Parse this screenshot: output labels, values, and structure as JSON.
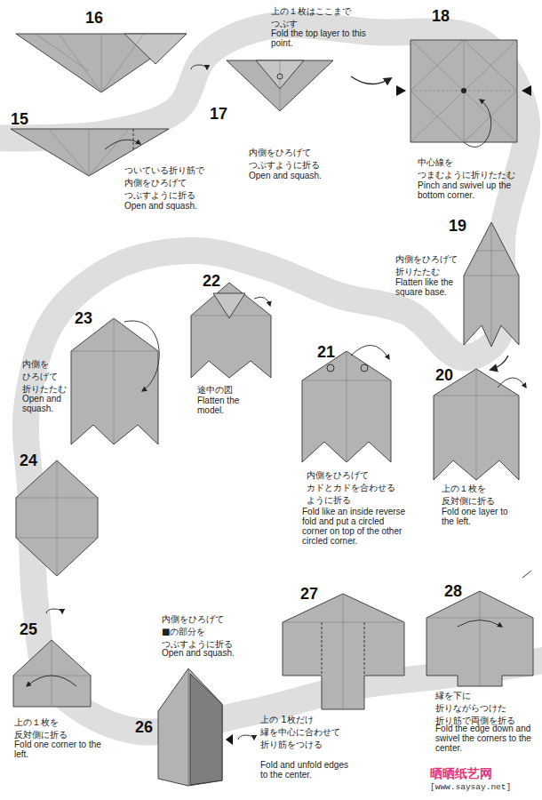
{
  "diagram": {
    "labels": [
      "16",
      "17",
      "上の１枚はここまで つぶす",
      "Fold the top layer to this point.",
      "18",
      "15",
      "ついている折り筋で 内側をひろげて つぶすように折る",
      "Open and squash.",
      "内側をひろげて つぶすように折る",
      "Open and squash.",
      "中心線を つまむように折りたたむ",
      "Pinch and swivel up the bottom corner.",
      "19",
      "内側をひろげて 折りたたむ",
      "Flatten like the square base.",
      "22",
      "23",
      "内側を ひろげて 折りたたむ",
      "Open and squash.",
      "途中の図",
      "Flatten the model.",
      "21",
      "内側をひろげて カドとカドを合わせる ように折る",
      "Fold like an inside reverse fold and put a circled corner on top of the other circled corner.",
      "20",
      "上の１枚を 反対側に折る",
      "Fold one layer to the left.",
      "24",
      "25",
      "上の１枚を 反対側に折る",
      "Fold one corner to the left.",
      "26",
      "内側をひろげて ■の部分を つぶすように折る",
      "Open and squash.",
      "27",
      "上の 1枚だけ 縁を中心に合わせて 折り筋をつける",
      "Fold and unfold edges to the center.",
      "28",
      "縁を下に 折りながらつけた 折り筋で両側を折る",
      "Fold the edge down and swivel the corners to the center.",
      "晒晒纸艺网",
      "[www.saysay.net]"
    ]
  }
}
